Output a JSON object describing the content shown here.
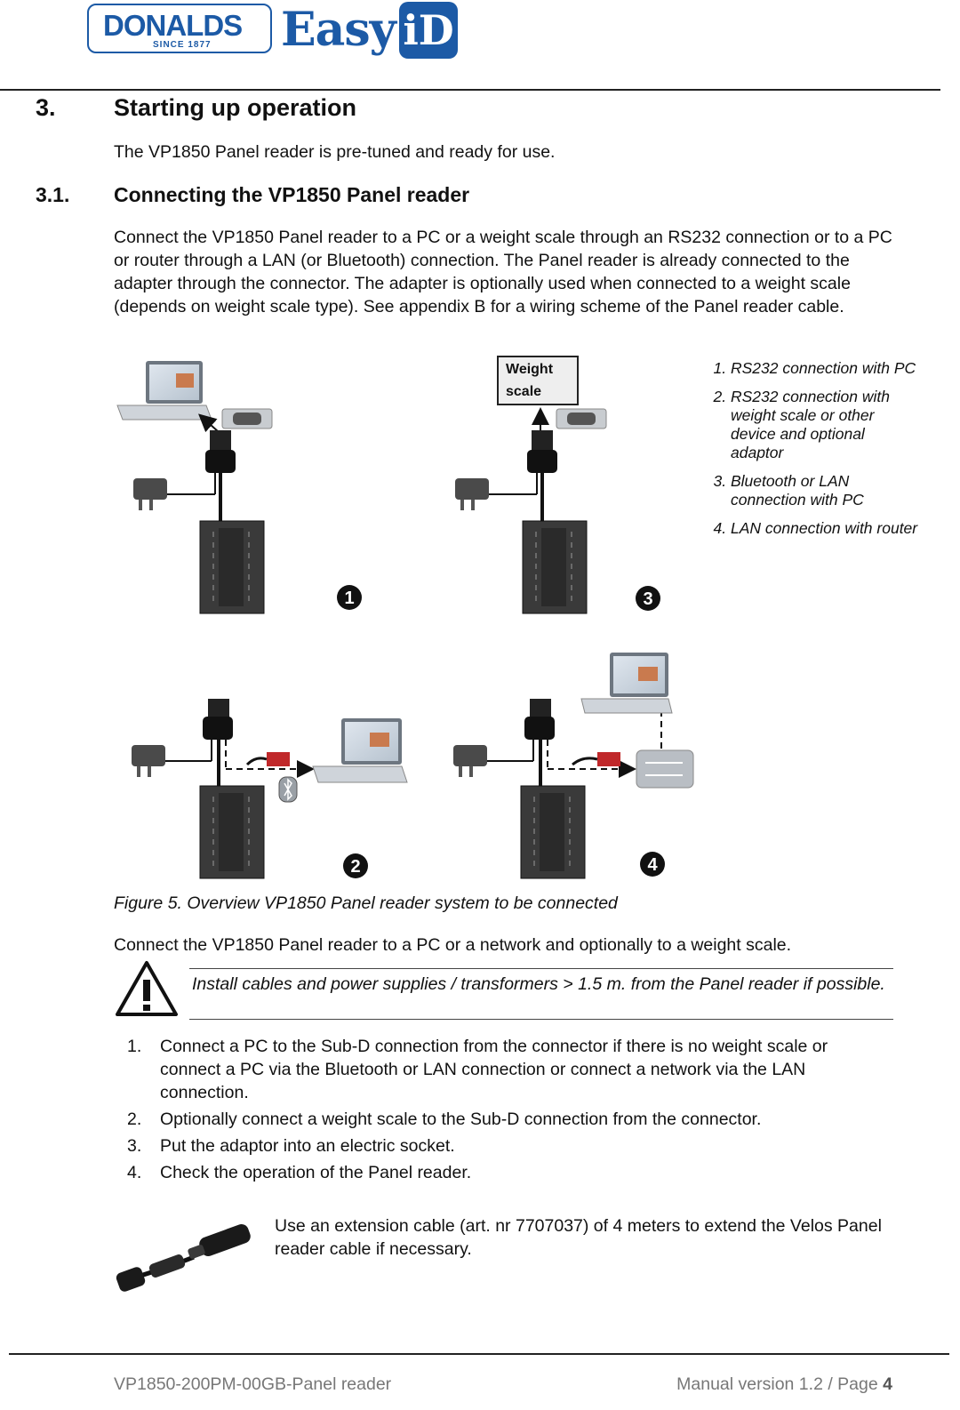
{
  "header": {
    "brand_name": "DONALDS",
    "brand_since": "SINCE 1877",
    "product_easy": "Easy",
    "product_id": "iD"
  },
  "section": {
    "number": "3.",
    "title": "Starting up operation",
    "intro": "The VP1850 Panel reader is pre-tuned and ready for use."
  },
  "subsection": {
    "number": "3.1.",
    "title": "Connecting the VP1850 Panel reader",
    "paragraph": "Connect the VP1850 Panel reader to a PC or a weight scale through an RS232 connection or to a PC or router through a LAN (or Bluetooth) connection. The Panel reader is already connected to the adapter through the connector. The adapter is optionally used when connected to a weight scale (depends on weight scale type). See appendix B for a wiring scheme of the Panel reader cable."
  },
  "figure": {
    "weight_box_label_1": "Weight",
    "weight_box_label_2": "scale",
    "markers": [
      "1",
      "3",
      "2",
      "4"
    ],
    "legend": [
      "RS232 connection with PC",
      "RS232 connection with weight scale or other device and optional adaptor",
      "Bluetooth or LAN connection with PC",
      "LAN connection with router"
    ],
    "caption": "Figure 5. Overview VP1850 Panel reader system to be connected"
  },
  "connect_text": "Connect the VP1850 Panel reader to a PC or a network and optionally to a weight scale.",
  "warning": "Install cables and power supplies / transformers > 1.5 m. from the Panel reader if possible.",
  "steps": [
    {
      "num": "1.",
      "text": "Connect a PC to the Sub-D connection from the connector if there is no weight scale or connect a PC via the Bluetooth or LAN connection or connect a network via the LAN connection."
    },
    {
      "num": "2.",
      "text": "Optionally connect a weight scale to the Sub-D connection from the connector."
    },
    {
      "num": "3.",
      "text": "Put the adaptor into an electric socket."
    },
    {
      "num": "4.",
      "text": "Check the operation of the Panel reader."
    }
  ],
  "extension_note": "Use an extension cable (art. nr 7707037) of 4 meters to extend the Velos Panel reader cable if necessary.",
  "footer": {
    "left": "VP1850-200PM-00GB-Panel reader",
    "right_prefix": "Manual version 1.2 / Page ",
    "page": "4"
  },
  "colors": {
    "brand_blue": "#1c5aa6",
    "cable_red": "#c0282a"
  }
}
